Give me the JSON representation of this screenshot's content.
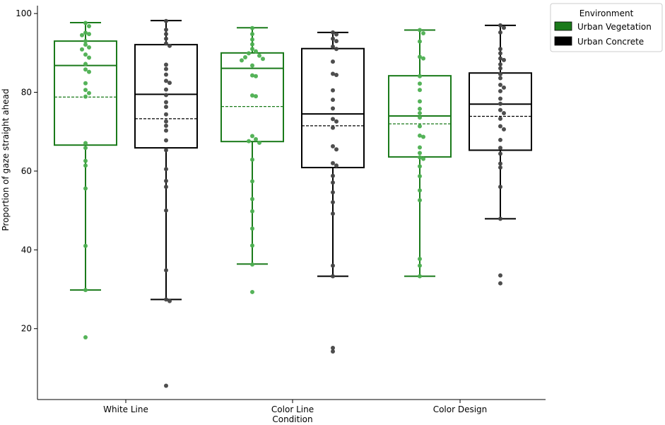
{
  "chart_data": {
    "type": "boxplot",
    "xlabel": "Condition",
    "ylabel": "Proportion of gaze straight ahead",
    "ylim": [
      2,
      102
    ],
    "yticks": [
      20,
      40,
      60,
      80,
      100
    ],
    "categories": [
      "White Line",
      "Color Line",
      "Color Design"
    ],
    "legend": {
      "title": "Environment",
      "placement": "top-right"
    },
    "series": [
      {
        "name": "Urban Vegetation",
        "color": "#1a7a1a",
        "point_color": "#4caf50",
        "boxes": [
          {
            "whisker_low": 29.8,
            "q1": 66.6,
            "median": 86.8,
            "q3": 93.0,
            "whisker_high": 97.7,
            "mean": 78.8,
            "points": [
              97.6,
              96.8,
              95.1,
              94.8,
              94.5,
              93.0,
              92.1,
              91.4,
              90.9,
              89.6,
              88.8,
              87.2,
              85.8,
              85.2,
              82.3,
              80.6,
              79.8,
              78.9,
              67.1,
              65.9,
              62.6,
              61.4,
              55.6,
              41.0,
              29.8,
              17.8
            ]
          },
          {
            "whisker_low": 36.4,
            "q1": 67.5,
            "median": 86.1,
            "q3": 90.0,
            "whisker_high": 96.4,
            "mean": 76.4,
            "points": [
              96.3,
              94.8,
              93.4,
              92.2,
              91.0,
              90.4,
              89.9,
              89.3,
              88.9,
              88.5,
              88.1,
              86.8,
              84.3,
              84.1,
              79.2,
              79.0,
              68.9,
              68.1,
              67.6,
              67.2,
              62.9,
              57.4,
              52.9,
              49.8,
              45.4,
              41.1,
              36.3,
              29.3
            ]
          },
          {
            "whisker_low": 33.3,
            "q1": 63.6,
            "median": 74.0,
            "q3": 84.2,
            "whisker_high": 95.8,
            "mean": 72.0,
            "points": [
              95.8,
              95.0,
              92.9,
              89.0,
              88.6,
              84.1,
              82.2,
              80.6,
              77.7,
              75.8,
              74.7,
              73.6,
              71.4,
              69.0,
              68.7,
              66.0,
              64.6,
              63.5,
              63.1,
              61.2,
              58.7,
              55.1,
              52.6,
              37.7,
              36.0,
              33.3
            ]
          }
        ]
      },
      {
        "name": "Urban Concrete",
        "color": "#000000",
        "point_color": "#444444",
        "boxes": [
          {
            "whisker_low": 27.4,
            "q1": 65.9,
            "median": 79.5,
            "q3": 92.1,
            "whisker_high": 98.2,
            "mean": 73.3,
            "points": [
              98.1,
              95.9,
              94.8,
              93.6,
              92.4,
              91.8,
              87.0,
              85.9,
              84.5,
              82.9,
              82.4,
              80.7,
              79.3,
              77.5,
              76.3,
              74.4,
              72.6,
              71.5,
              70.3,
              67.8,
              65.3,
              60.5,
              57.5,
              56.0,
              50.0,
              34.8,
              27.4,
              27.0,
              5.5
            ]
          },
          {
            "whisker_low": 33.3,
            "q1": 60.9,
            "median": 74.5,
            "q3": 91.1,
            "whisker_high": 95.2,
            "mean": 71.5,
            "points": [
              95.2,
              94.7,
              93.6,
              93.0,
              91.6,
              91.0,
              87.8,
              84.7,
              84.4,
              80.5,
              78.1,
              75.9,
              73.2,
              72.6,
              71.0,
              66.3,
              65.5,
              62.0,
              61.4,
              58.8,
              57.1,
              54.6,
              52.1,
              49.2,
              36.0,
              33.3,
              15.1,
              14.2
            ]
          },
          {
            "whisker_low": 47.9,
            "q1": 65.3,
            "median": 77.0,
            "q3": 84.9,
            "whisker_high": 97.0,
            "mean": 73.9,
            "points": [
              97.0,
              96.4,
              95.2,
              91.0,
              89.9,
              88.6,
              88.2,
              87.1,
              86.1,
              84.6,
              83.6,
              81.9,
              81.2,
              80.3,
              78.4,
              77.1,
              75.5,
              74.7,
              73.3,
              71.4,
              70.6,
              67.9,
              65.9,
              64.4,
              61.9,
              60.9,
              56.0,
              47.9,
              33.5,
              31.5
            ]
          }
        ]
      }
    ]
  }
}
